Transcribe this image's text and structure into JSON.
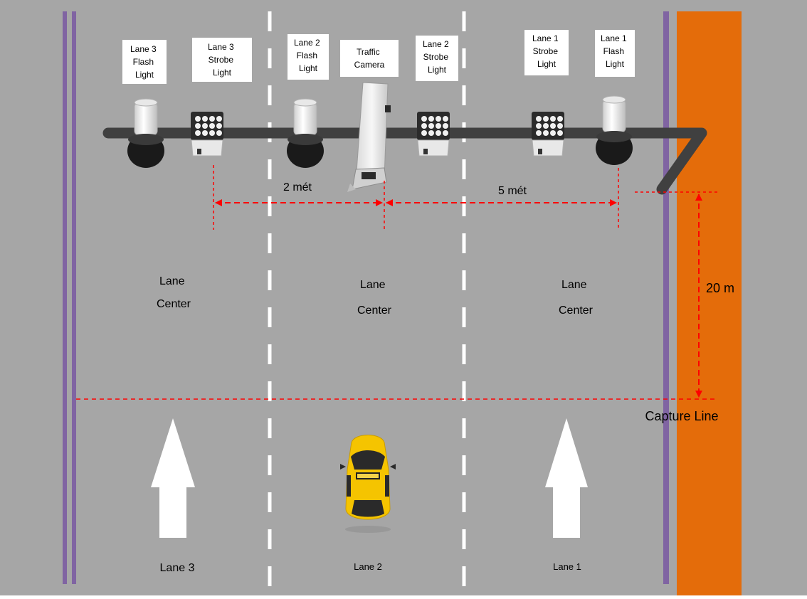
{
  "devices": {
    "lane3_flash": [
      "Lane 3",
      "Flash",
      "Light"
    ],
    "lane3_strobe": [
      "Lane 3",
      "Strobe",
      "Light"
    ],
    "lane2_flash": [
      "Lane 2",
      "Flash",
      "Light"
    ],
    "camera": [
      "Traffic",
      "Camera"
    ],
    "lane2_strobe": [
      "Lane 2",
      "Strobe",
      "Light"
    ],
    "lane1_strobe": [
      "Lane 1",
      "Strobe",
      "Light"
    ],
    "lane1_flash": [
      "Lane 1",
      "Flash",
      "Light"
    ]
  },
  "distances": {
    "strobe_to_camera": "2 mét",
    "camera_to_flash": "5 mét",
    "pole_to_capture": "20 m"
  },
  "lane_center": [
    "Lane",
    "Center"
  ],
  "capture_line": "Capture Line",
  "lanes": [
    "Lane 3",
    "Lane 2",
    "Lane 1"
  ],
  "colors": {
    "road": "#a6a6a6",
    "sidewalk": "#e46c0a",
    "curb_line": "#8064a2",
    "dimension": "#ff0000",
    "pole": "#404040",
    "taxi": "#f5c400"
  }
}
